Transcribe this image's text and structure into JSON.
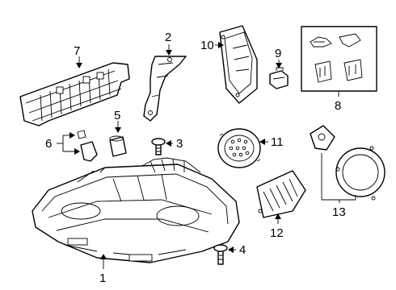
{
  "callouts": [
    {
      "id": "1",
      "part": "headlamp-assembly"
    },
    {
      "id": "2",
      "part": "mounting-bracket"
    },
    {
      "id": "3",
      "part": "screw"
    },
    {
      "id": "4",
      "part": "bolt"
    },
    {
      "id": "5",
      "part": "bulb-socket"
    },
    {
      "id": "6",
      "part": "bulb"
    },
    {
      "id": "7",
      "part": "heat-sink-housing"
    },
    {
      "id": "8",
      "part": "clip-kit"
    },
    {
      "id": "9",
      "part": "connector"
    },
    {
      "id": "10",
      "part": "control-module"
    },
    {
      "id": "11",
      "part": "fan-motor"
    },
    {
      "id": "12",
      "part": "heat-sink"
    },
    {
      "id": "13",
      "part": "cover-assembly"
    }
  ]
}
